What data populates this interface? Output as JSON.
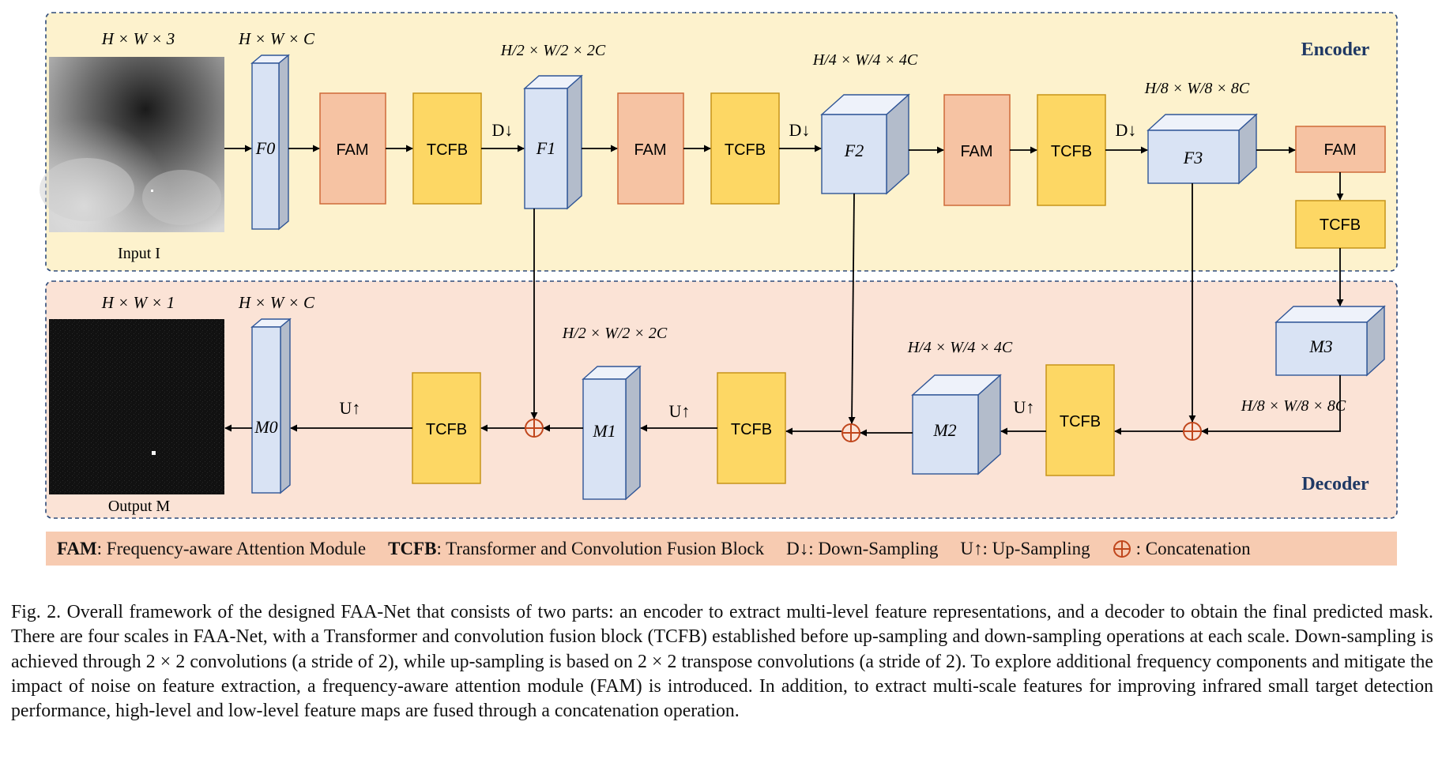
{
  "regions": {
    "encoder": "Encoder",
    "decoder": "Decoder"
  },
  "images": {
    "input_label": "Input I",
    "output_label": "Output M"
  },
  "dims": {
    "input": "H × W × 3",
    "f0": "H × W × C",
    "f1": "H/2 × W/2 × 2C",
    "f2": "H/4 × W/4 × 4C",
    "f3": "H/8 × W/8 × 8C",
    "output": "H × W × 1",
    "m0": "H × W × C",
    "m1": "H/2 × W/2 × 2C",
    "m2": "H/4 × W/4 × 4C",
    "m3": "H/8 × W/8 × 8C"
  },
  "blocks": {
    "fam": "FAM",
    "tcfb": "TCFB"
  },
  "features": {
    "f0": "F0",
    "f1": "F1",
    "f2": "F2",
    "f3": "F3",
    "m0": "M0",
    "m1": "M1",
    "m2": "M2",
    "m3": "M3"
  },
  "ops": {
    "down": "D↓",
    "up": "U↑"
  },
  "legend": {
    "fam_key": "FAM",
    "fam_desc": ": Frequency-aware Attention Module",
    "tcfb_key": "TCFB",
    "tcfb_desc": ": Transformer and Convolution Fusion Block",
    "down": "D↓: Down-Sampling",
    "up": "U↑: Up-Sampling",
    "concat": ": Concatenation"
  },
  "caption": "Fig. 2. Overall framework of the designed FAA-Net that consists of two parts: an encoder to extract multi-level feature representations, and a decoder to obtain the final predicted mask. There are four scales in FAA-Net, with a Transformer and convolution fusion block (TCFB) established before up-sampling and down-sampling operations at each scale. Down-sampling is achieved through 2 × 2 convolutions (a stride of 2), while up-sampling is based on 2 × 2 transpose convolutions (a stride of 2). To explore additional frequency components and mitigate the impact of noise on feature extraction, a frequency-aware attention module (FAM) is introduced. In addition, to extract multi-scale features for improving infrared small target detection performance, high-level and low-level feature maps are fused through a concatenation operation.",
  "colors": {
    "encoder_bg": "#fdf2cd",
    "decoder_bg": "#fbe3d6",
    "region_border": "#2e4b7a",
    "fam_fill": "#f6c3a3",
    "fam_border": "#cf6b39",
    "tcfb_fill": "#fdd764",
    "tcfb_border": "#c7941a",
    "cube_front": "#d9e3f4",
    "cube_top": "#eef2fa",
    "cube_side": "#b3bccb",
    "cube_border": "#2f5597",
    "concat": "#c0461c",
    "legend_bg": "#f7cbb1",
    "title": "#1f3864"
  }
}
